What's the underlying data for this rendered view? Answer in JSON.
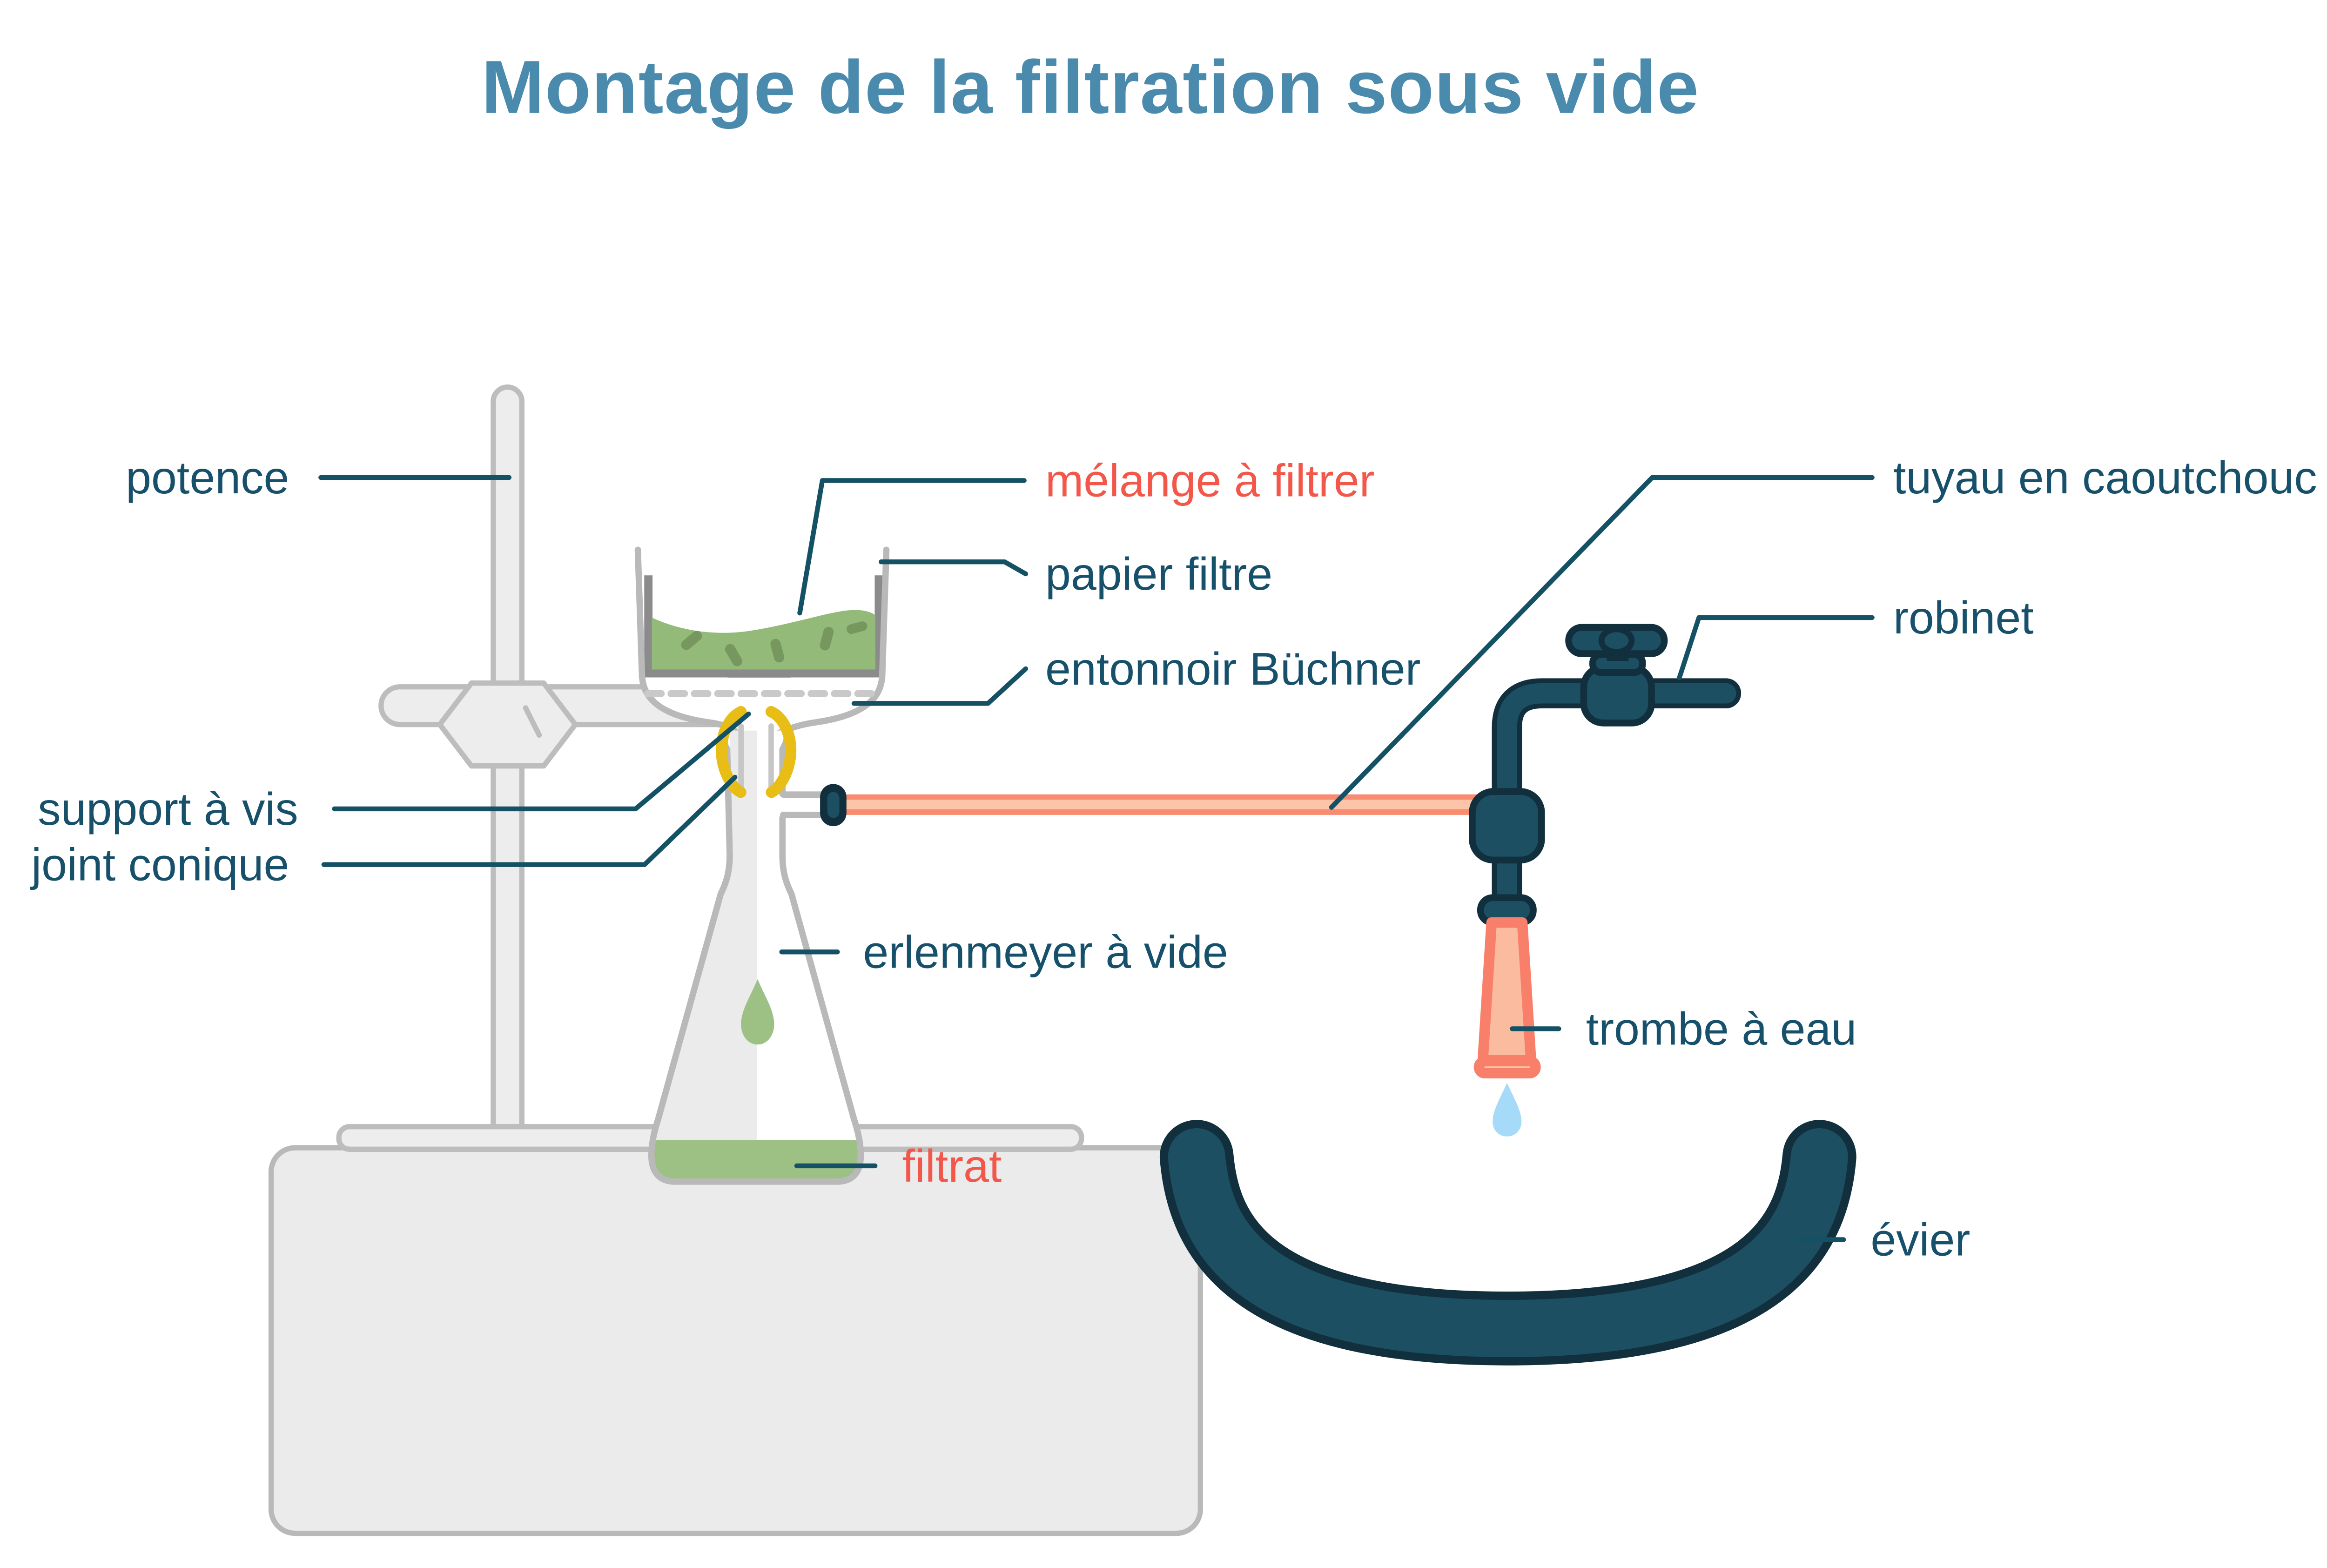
{
  "title": {
    "text": "Montage de la filtration sous vide"
  },
  "labels": {
    "potence": {
      "text": "potence"
    },
    "melange": {
      "text": "mélange à filtrer"
    },
    "papier": {
      "text": "papier filtre"
    },
    "entonnoir": {
      "text": "entonnoir Büchner"
    },
    "support": {
      "text": "support à vis"
    },
    "joint": {
      "text": "joint conique"
    },
    "erlenmeyer": {
      "text": "erlenmeyer à vide"
    },
    "filtrat": {
      "text": "filtrat"
    },
    "tuyau": {
      "text": "tuyau en caoutchouc"
    },
    "robinet": {
      "text": "robinet"
    },
    "trombe": {
      "text": "trombe à eau"
    },
    "evier": {
      "text": "évier"
    }
  },
  "colors": {
    "title": "#4a8aad",
    "label": "#17506b",
    "accent_label": "#f2574a",
    "leader": "#155165",
    "teal": "#1d4f63",
    "teal_dark": "#112f3c",
    "salmon": "#f8806b",
    "salmon_light": "#fcc4a8",
    "tube": "#f88b70",
    "cone_fill": "#fbbb9e",
    "foot_inner": "#fcc9a9",
    "yellow": "#e7bd16",
    "green_mix": "#93ba79",
    "green_blob": "#76985e",
    "green_filtrate": "#9dc184",
    "water_blue": "#a5dbf8",
    "glass_stroke": "#b9b9b9",
    "glass_fill": "#ebebeb",
    "paper_gray": "#8b8b8b",
    "plate_dash": "#c9c9c9",
    "stand_fill": "#ededed",
    "stand_stroke": "#bdbdbd",
    "white": "#ffffff"
  }
}
